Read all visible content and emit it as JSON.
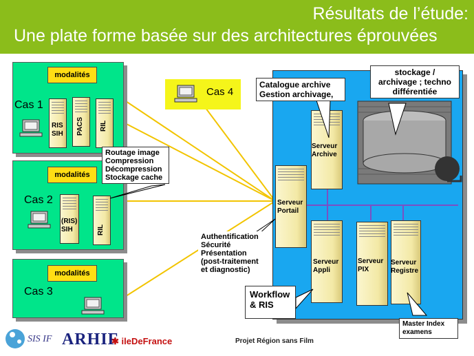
{
  "header": {
    "title_line1": "Résultats de l’étude:",
    "title_line2": "Une plate forme basée sur des architectures éprouvées"
  },
  "cases": [
    {
      "label": "Cas 1",
      "modalites": "modalités"
    },
    {
      "label": "Cas 2",
      "modalites": "modalités"
    },
    {
      "label": "Cas 3",
      "modalites": "modalités"
    }
  ],
  "cas4": {
    "label": "Cas 4"
  },
  "servers": {
    "cas1_ris": "RIS\nSIH",
    "cas1_pacs": "PACS",
    "cas1_ril": "RIL",
    "cas2_ris": "(RIS)\nSIH",
    "cas2_ril": "RIL",
    "archive": "Serveur\nArchive",
    "portail": "Serveur\nPortail",
    "appli": "Serveur\nAppli",
    "pix": "Serveur\nPIX",
    "registre": "Serveur\nRegistre"
  },
  "notes": {
    "routage": "Routage image\nCompression\nDécompression\nStockage cache",
    "catalogue": "Catalogue archive\nGestion archivage,",
    "stockage": "stockage /\narchivage ; techno\ndifférentiée",
    "authentification": "Authentification\nSécurité\nPrésentation\n(post-traitement\net diagnostic)",
    "workflow": "Workflow\n& RIS",
    "master": "Master Index\nexamens"
  },
  "logos": {
    "sis": "SIS IF",
    "arhif": "ARHIF",
    "idf": "ileDeFrance"
  },
  "footer": "Projet Région sans Film",
  "colors": {
    "header": "#8bbd1b",
    "case_green": "#00e58a",
    "main_blue": "#19a7f0",
    "modalites_yellow": "#ffde14",
    "cas4_yellow": "#f5f51a",
    "link_yellow": "#f2c400",
    "bus_purple": "#7b4fc4"
  }
}
